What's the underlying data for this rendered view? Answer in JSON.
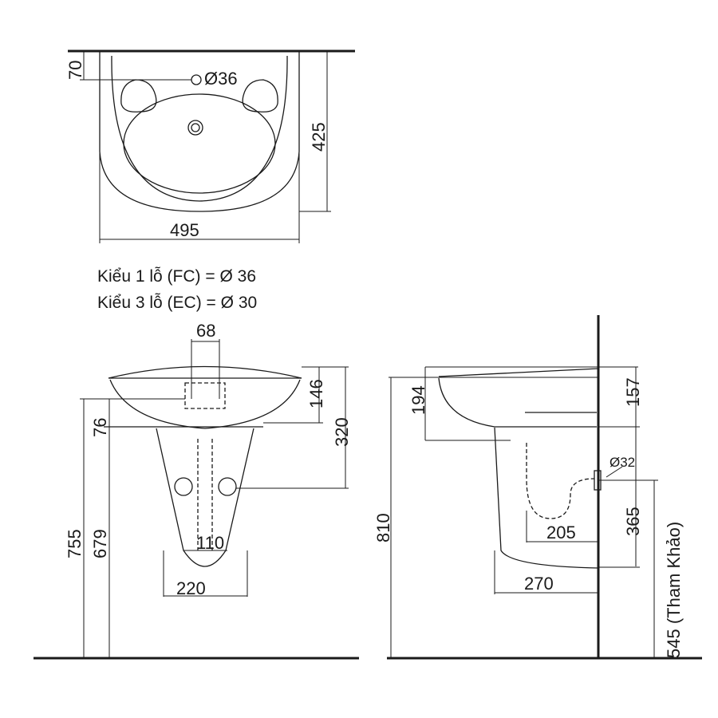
{
  "top_view": {
    "width": "495",
    "depth": "425",
    "hole_offset": "70",
    "hole_diameter": "Ø36"
  },
  "notes": [
    "Kiểu 1 lỗ (FC) = Ø 36",
    "Kiểu 3 lỗ (EC) = Ø 30"
  ],
  "front_view": {
    "tap_spacing": "68",
    "bowl_depth": "146",
    "rim_to_supply": "320",
    "rim_to_underside": "76",
    "rim_height": "755",
    "underside_height": "679",
    "inner_spacing": "110",
    "pedestal_width": "220"
  },
  "side_view": {
    "rim_height": "810",
    "basin_height": "194",
    "rim_to_pedestal": "157",
    "pedestal_height": "365",
    "drain_projection": "205",
    "pedestal_depth": "270",
    "waste_diameter": "Ø32",
    "waste_height": "545 (Tham Khảo)"
  }
}
